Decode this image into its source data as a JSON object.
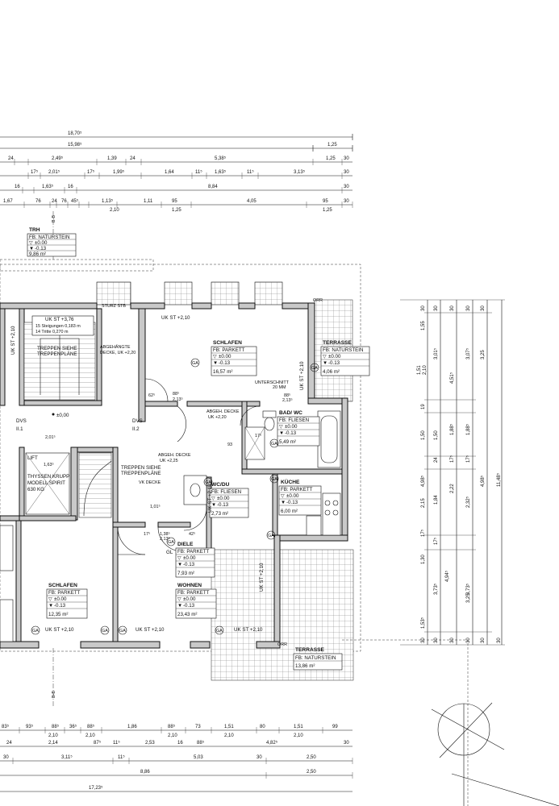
{
  "top_dims": [
    {
      "key": "d1",
      "texts": [
        "18,70⁵"
      ]
    },
    {
      "key": "d2",
      "texts": [
        "15,98⁵",
        "1,25"
      ]
    },
    {
      "key": "d3",
      "texts": [
        "24",
        "2,49⁵",
        "1,39",
        "24",
        "5,38⁵",
        "1,25",
        "30"
      ]
    },
    {
      "key": "d4",
      "texts": [
        "17⁵",
        "2,01⁵",
        "17⁵",
        "1,99⁵",
        "1,64",
        "11⁵",
        "1,63⁵",
        "11⁵",
        "3,13⁵",
        "30"
      ]
    },
    {
      "key": "d5",
      "texts": [
        "16",
        "1,63⁵",
        "16",
        "8,84",
        "30"
      ]
    },
    {
      "key": "d6",
      "texts": [
        "1,67",
        "76",
        "24",
        "76",
        "45⁵",
        "1,13⁵",
        "1,11",
        "95",
        "4,05",
        "95",
        "30"
      ]
    },
    {
      "key": "d6b",
      "texts": [
        "2,10",
        "1,25",
        "1,25"
      ]
    }
  ],
  "bottom_dims": [
    {
      "key": "b1",
      "texts": [
        "83⁵",
        "93⁵",
        "88⁵",
        "36⁵",
        "88⁵",
        "1,86",
        "88⁵",
        "73",
        "1,51",
        "80",
        "1,51",
        "99"
      ]
    },
    {
      "key": "b1b",
      "texts": [
        "2,10",
        "2,10",
        "2,10",
        "2,10",
        "2,10"
      ]
    },
    {
      "key": "b2",
      "texts": [
        "24",
        "2,14",
        "87⁵",
        "11⁵",
        "2,53",
        "16",
        "88⁵",
        "4,82⁵",
        "30"
      ]
    },
    {
      "key": "b3",
      "texts": [
        "30",
        "3,11⁵",
        "11⁵",
        "5,03",
        "30",
        "2,50"
      ]
    },
    {
      "key": "b4",
      "texts": [
        "8,86",
        "2,50"
      ]
    },
    {
      "key": "b5",
      "texts": [
        "17,23⁵"
      ]
    }
  ],
  "right_dims": {
    "c1": [
      "30",
      "1,55",
      "1,51",
      "2,10",
      "19",
      "1,50",
      "2,15",
      "1,30",
      "30"
    ],
    "c2": [
      "30",
      "3,01⁵",
      "1,50",
      "24",
      "1,84",
      "17⁵",
      "3,73⁵",
      "30"
    ],
    "c3": [
      "30",
      "4,51⁵",
      "17⁵",
      "2,22",
      "4,94⁵",
      "30"
    ],
    "c4": [
      "30",
      "3,07⁵",
      "1,88⁵",
      "17⁵",
      "2,32⁵",
      "3,73⁵",
      "30"
    ],
    "c5": [
      "30",
      "3,25",
      "4,98⁵",
      "3,25",
      "30"
    ],
    "c6": [
      "11,48⁵"
    ],
    "extra": [
      "1,88⁵",
      "4,98⁵",
      "1,53⁵",
      "17⁵",
      "30"
    ]
  },
  "rooms": {
    "trh": {
      "name": "TRH",
      "floor": "FB: NATURSTEIN",
      "lvl1": "±0.00",
      "lvl2": "-0.13",
      "area": "9,86 m²"
    },
    "schlafen_top": {
      "name": "SCHLAFEN",
      "floor": "FB: PARKETT",
      "lvl1": "±0.00",
      "lvl2": "-0.13",
      "area": "16,57 m²"
    },
    "terrasse_top": {
      "name": "TERRASSE",
      "floor": "FB: NATURSTEIN",
      "lvl1": "±0.00",
      "lvl2": "-0.13",
      "area": "4,06 m²"
    },
    "bad": {
      "name": "BAD/ WC",
      "floor": "FB: FLIESEN",
      "lvl1": "±0.00",
      "lvl2": "-0.13",
      "area": "5,49 m²"
    },
    "kueche": {
      "name": "KÜCHE",
      "floor": "FB: PARKETT",
      "lvl1": "±0.00",
      "lvl2": "-0.13",
      "area": "6,00 m²"
    },
    "wc": {
      "name": "WC/DU",
      "floor": "FB: FLIESEN",
      "lvl1": "±0.00",
      "lvl2": "-0.13",
      "area": "2,73 m²"
    },
    "diele": {
      "name": "DIELE",
      "floor": "FB: PARKETT",
      "lvl1": "±0.00",
      "lvl2": "-0.13",
      "area": "7,93 m²"
    },
    "wohnen": {
      "name": "WOHNEN",
      "floor": "FB: PARKETT",
      "lvl1": "±0.00",
      "lvl2": "-0.13",
      "area": "23,43 m²"
    },
    "schlafen_left": {
      "name": "SCHLAFEN",
      "floor": "FB: PARKETT",
      "lvl1": "±0.00",
      "lvl2": "-0.13",
      "area": "12,35 m²"
    },
    "terrasse_bottom": {
      "name": "TERRASSE",
      "floor": "FB: NATURSTEIN",
      "area": "13,86 m²"
    }
  },
  "labels": {
    "uk_st_376": "UK ST +3,76",
    "steigungen": "15 Steigungen 0,183 m",
    "tritte": "14 Tritte 0,270 m",
    "treppen1": "TREPPEN SIEHE",
    "treppen2": "TREPPENPLÄNE",
    "treppen3": "TREPPEN SIEHE",
    "treppen4": "TREPPENPLÄNE",
    "sturz": "STURZ STB",
    "abgehaengte1": "ABGEHÄNGTE",
    "abgehaengte2": "DECKE, UK +2,20",
    "uk_st_210_a": "UK ST +2,10",
    "uk_st_210_b": "UK ST +2,10",
    "uk_st_210_c": "UK ST +2,10",
    "uk_st_210_d": "UK ST +2,10",
    "uk_st_210_e": "UK ST +2,10",
    "uk_st_210_f": "UK ST +2,10",
    "uk_st_210_g": "UK ST +2,10",
    "uk_st_210_h": "UK ST +2,10",
    "abgeh_decke1": "ABGEH. DECKE",
    "abgeh_decke2": "UK +2,20",
    "abgeh_decke3": "ABGEH. DECKE",
    "abgeh_decke4": "UK +2,25",
    "vk_decke": "VK DECKE",
    "unterschnitt1": "UNTERSCHNITT",
    "unterschnitt2": "20 MM",
    "dvs1": "DVS",
    "dvs2": "II.1",
    "dvs3": "DVS",
    "dvs4": "II.2",
    "lift1": "LIFT",
    "lift2": "THYSSEN KRUPP",
    "lift3": "MODELL SPIRIT",
    "lift4": "630 KG",
    "gl": "GL",
    "pm000": "±0,00",
    "bb_top": "B-B",
    "bb_bottom": "B-B",
    "d62": "62⁵",
    "d885a": "88⁵",
    "d213a": "2,13⁵",
    "d885b": "88⁵",
    "d213b": "2,13⁵",
    "d2015": "2,01⁵",
    "d1635": "1,63⁵",
    "d1385": "1,38⁵",
    "d213c": "2,13⁵",
    "d1015": "1,01⁵",
    "d17": "17⁵",
    "d42": "42⁵",
    "d93": "93",
    "d17b": "17⁵",
    "ga": "GA",
    "orr": "ORR"
  }
}
